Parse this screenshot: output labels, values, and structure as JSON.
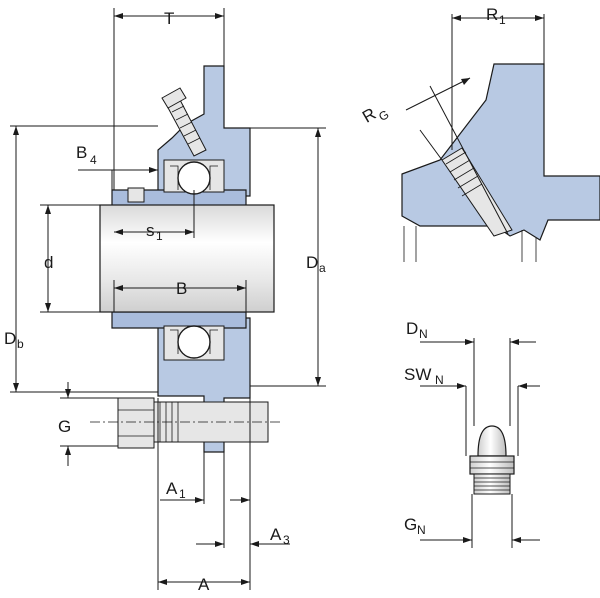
{
  "labels": {
    "T": "T",
    "B4": {
      "main": "B",
      "sub": "4"
    },
    "s1": {
      "main": "s",
      "sub": "1"
    },
    "d": "d",
    "B": "B",
    "Da": {
      "main": "D",
      "sub": "a"
    },
    "Db": {
      "main": "D",
      "sub": "b"
    },
    "G": "G",
    "A1": {
      "main": "A",
      "sub": "1"
    },
    "A3": {
      "main": "A",
      "sub": "3"
    },
    "A": "A",
    "R1": {
      "main": "R",
      "sub": "1"
    },
    "RG": {
      "main": "R",
      "sub": "G"
    },
    "DN": {
      "main": "D",
      "sub": "N"
    },
    "SWN": {
      "main": "SW",
      "sub": "N"
    },
    "GN": {
      "main": "G",
      "sub": "N"
    }
  },
  "colors": {
    "housing": "#b8c9e3",
    "line": "#1a1a1a",
    "background": "#ffffff"
  }
}
